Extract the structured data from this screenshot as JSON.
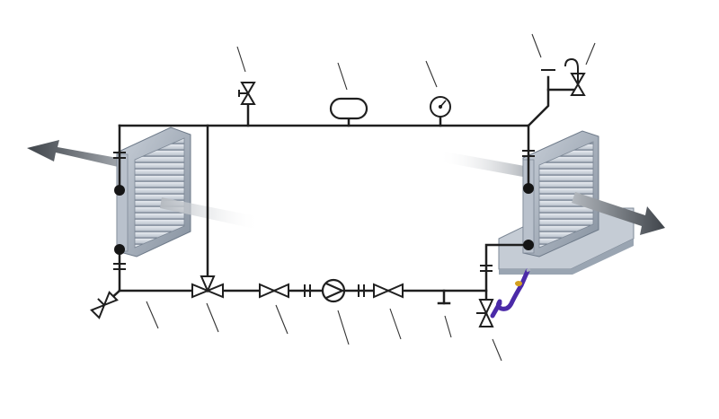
{
  "diagram": {
    "kind": "heat-recovery run-around coil schematic",
    "labels": [],
    "colors": {
      "pipe": "#1f1f1f",
      "coil_frame": "#9aa6b4",
      "coil_fins": "#c7ced8",
      "arrow_dark": "#4a4f55",
      "arrow_light": "#e9ebee",
      "trap": "#4b2aa8",
      "leader": "#333333"
    },
    "components": [
      {
        "name": "supply-air-coil",
        "icon": "heat-exchanger-coil-icon"
      },
      {
        "name": "exhaust-air-coil",
        "icon": "heat-exchanger-coil-icon"
      },
      {
        "name": "air-vent-valve",
        "icon": "valve-icon"
      },
      {
        "name": "expansion-vessel",
        "icon": "expansion-tank-icon"
      },
      {
        "name": "pressure-gauge",
        "icon": "manometer-icon"
      },
      {
        "name": "safety-valve",
        "icon": "safety-valve-icon"
      },
      {
        "name": "drain-valve",
        "icon": "valve-icon"
      },
      {
        "name": "three-way-valve",
        "icon": "three-way-valve-icon"
      },
      {
        "name": "shutoff-valve-left",
        "icon": "valve-icon"
      },
      {
        "name": "circulation-pump",
        "icon": "pump-icon"
      },
      {
        "name": "shutoff-valve-right",
        "icon": "valve-icon"
      },
      {
        "name": "thermometer-tap",
        "icon": "sensor-tap-icon"
      },
      {
        "name": "fill-valve",
        "icon": "valve-icon"
      },
      {
        "name": "condensate-trap",
        "icon": "siphon-trap-icon"
      }
    ]
  }
}
